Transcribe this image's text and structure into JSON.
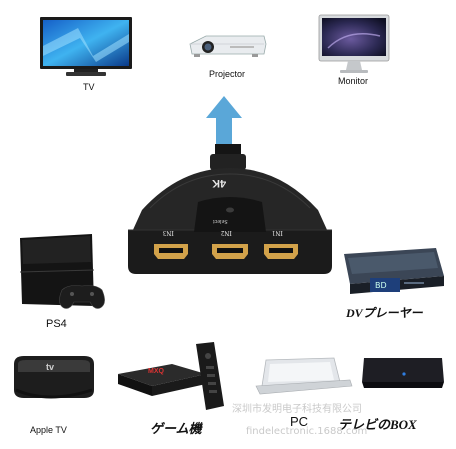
{
  "devices": {
    "tv": "TV",
    "projector": "Projector",
    "monitor": "Monitor",
    "ps4": "PS4",
    "dvd": "DVプレーヤー",
    "apple_tv": "Apple TV",
    "game": "ゲーム機",
    "pc": "PC",
    "tv_box": "テレビのBOX"
  },
  "switch": {
    "badge": "4K",
    "ports": [
      "IN3",
      "IN2",
      "IN1"
    ],
    "button": "Select"
  },
  "apple_tv_screen": "tv",
  "tvbox_screen": "MXQ",
  "watermark": {
    "line1": "深圳市发明电子科技有限公司",
    "line2": "findelectronic.1688.com"
  },
  "colors": {
    "arrow": "#5aa7d8",
    "hdmi_gold": "#d2a24a",
    "switch_body": "#1b1b1b"
  }
}
